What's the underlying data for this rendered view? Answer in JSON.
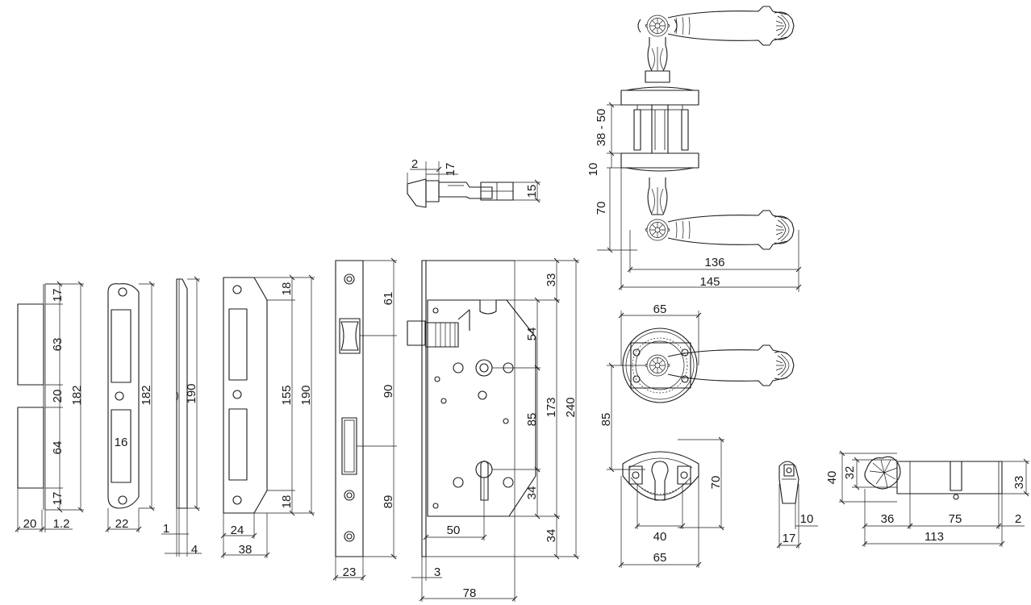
{
  "diagram": {
    "colors": {
      "ink": "#1a1a1a",
      "background": "#ffffff"
    },
    "strike_plate": {
      "d1": "17",
      "d2": "63",
      "d3": "20",
      "d4": "64",
      "d5": "17",
      "height": "182",
      "width": "20",
      "thickness": "1.2"
    },
    "front_plate": {
      "height": "182",
      "slot": "16",
      "width": "22"
    },
    "side_profile": {
      "height": "190",
      "thickness_a": "1",
      "thickness_b": "4"
    },
    "faceplate": {
      "top": "18",
      "inner": "155",
      "total": "190",
      "bottom": "18",
      "width_a": "24",
      "width_b": "38"
    },
    "lock_face": {
      "top": "61",
      "middle": "90",
      "bottom": "89",
      "width": "23"
    },
    "latch": {
      "thickness": "2",
      "projection": "17",
      "height": "15"
    },
    "lock_body": {
      "top": "33",
      "to_spindle": "54",
      "spindle_to_cyl": "85",
      "total_inner": "173",
      "total": "240",
      "below_cyl": "34",
      "bottom": "34",
      "backset": "50",
      "offset": "3",
      "depth": "78"
    },
    "handle": {
      "door_range": "38 - 50",
      "rose_thickness": "10",
      "handle_height": "70",
      "handle_length": "136",
      "overall": "145"
    },
    "rose": {
      "rose_diameter": "65",
      "center_distance": "85",
      "escutcheon_height": "70",
      "inner_width": "40",
      "escutcheon_diameter": "65"
    },
    "thumb_turn": {
      "knob": "10",
      "width": "17"
    },
    "cylinder": {
      "height_a": "40",
      "height_b": "32",
      "right_height": "33",
      "length_a": "36",
      "length_b": "75",
      "end": "2",
      "total": "113"
    }
  }
}
